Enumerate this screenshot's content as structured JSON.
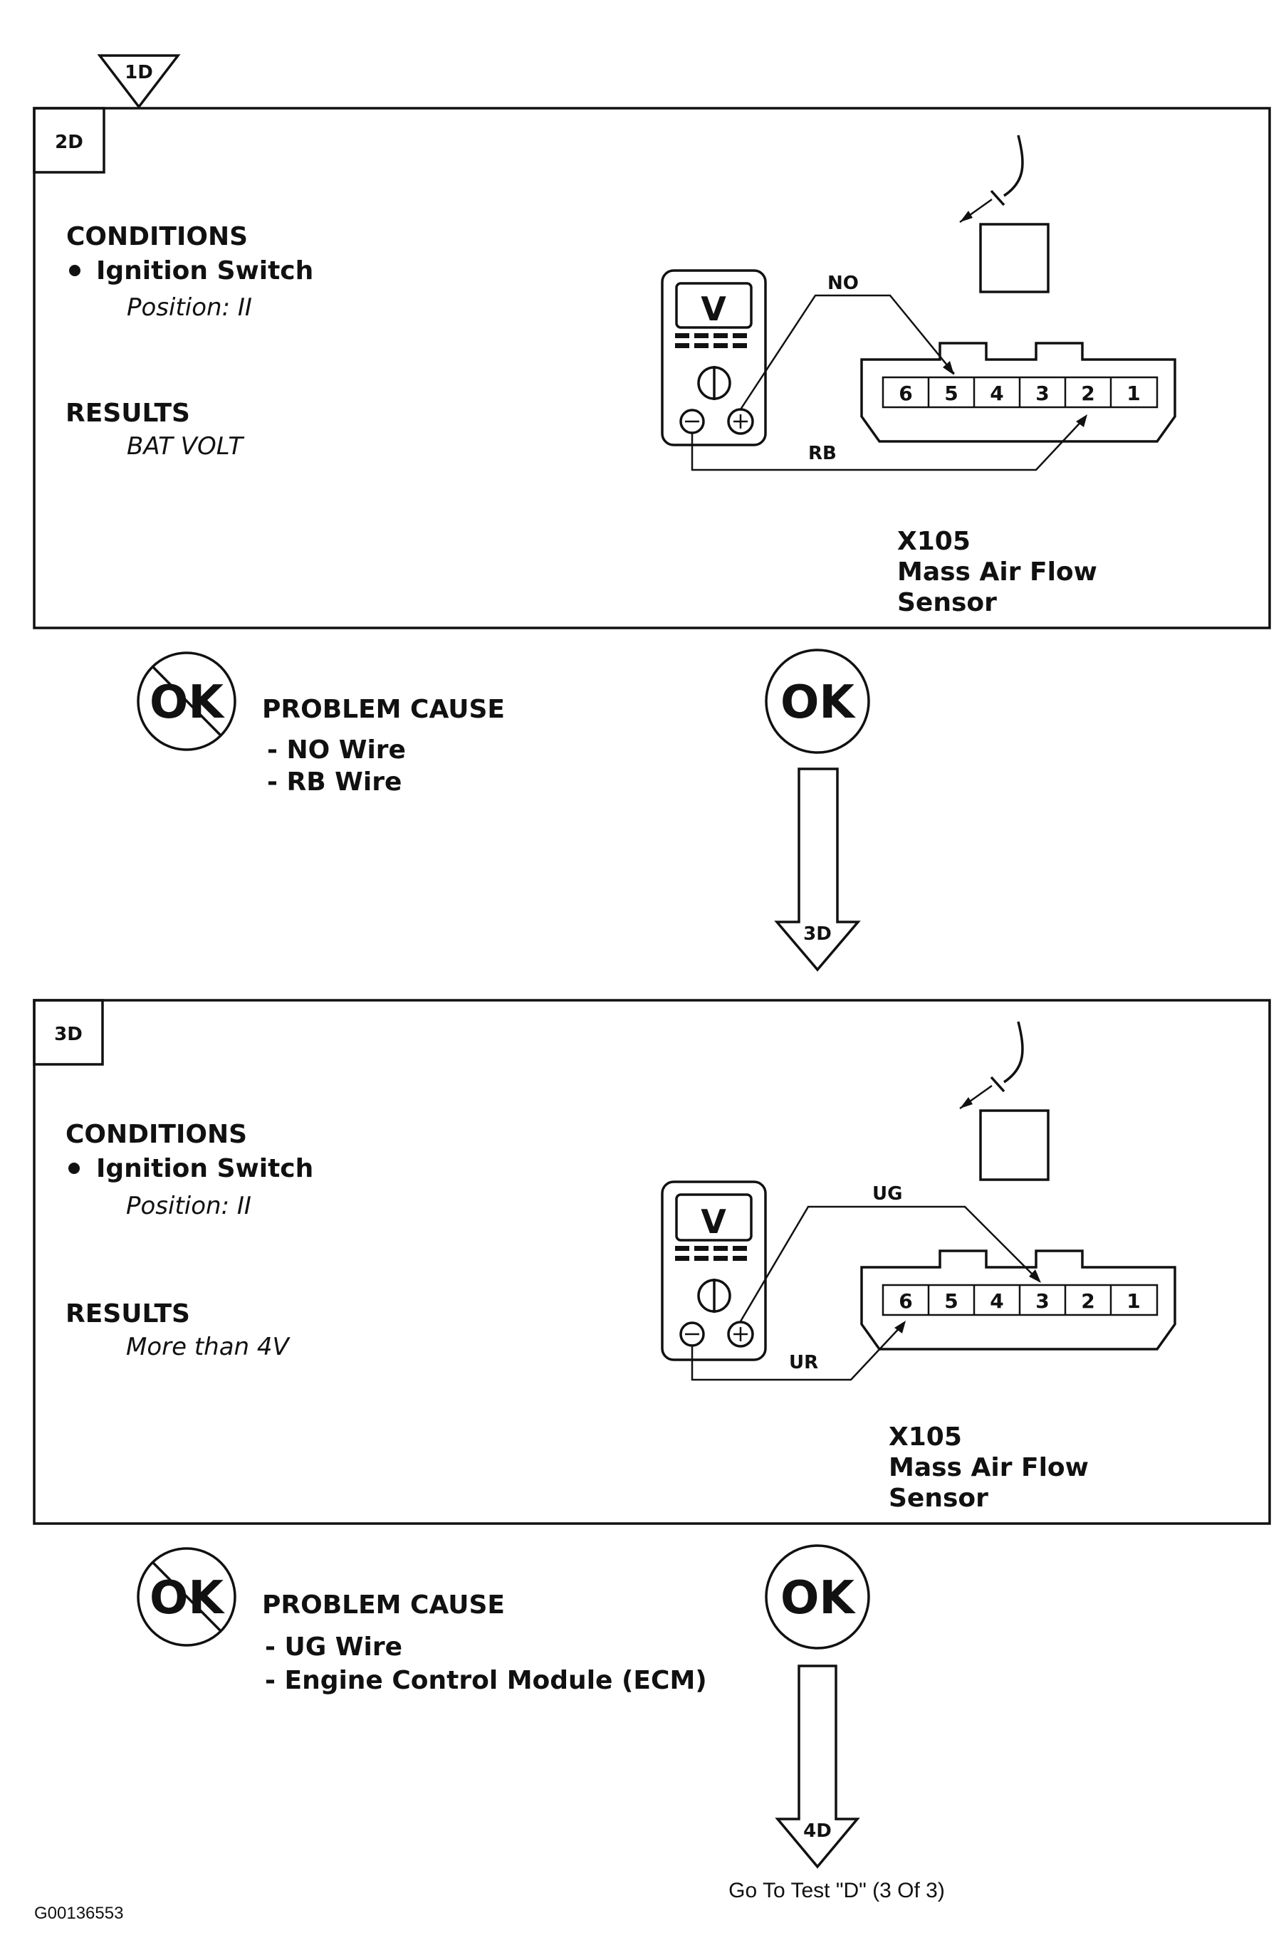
{
  "entry_step": "1D",
  "steps": [
    {
      "id": "2D",
      "conditions_heading": "CONDITIONS",
      "condition_item": "Ignition Switch",
      "condition_detail": "Position: II",
      "results_heading": "RESULTS",
      "result": "BAT VOLT",
      "meter_label": "V",
      "positive_wire": "NO",
      "negative_wire": "RB",
      "connector_pins": [
        "6",
        "5",
        "4",
        "3",
        "2",
        "1"
      ],
      "positive_pin": "5",
      "negative_pin": "2",
      "component_id": "X105",
      "component_name_line1": "Mass Air Flow",
      "component_name_line2": "Sensor",
      "fail_label": "OK",
      "problem_heading": "PROBLEM CAUSE",
      "problem_causes": [
        "- NO  Wire",
        "- RB  Wire"
      ],
      "pass_label": "OK",
      "next_step": "3D"
    },
    {
      "id": "3D",
      "conditions_heading": "CONDITIONS",
      "condition_item": "Ignition Switch",
      "condition_detail": "Position: II",
      "results_heading": "RESULTS",
      "result": "More than 4V",
      "meter_label": "V",
      "positive_wire": "UG",
      "negative_wire": "UR",
      "connector_pins": [
        "6",
        "5",
        "4",
        "3",
        "2",
        "1"
      ],
      "positive_pin": "3",
      "negative_pin": "6",
      "component_id": "X105",
      "component_name_line1": "Mass Air Flow",
      "component_name_line2": "Sensor",
      "fail_label": "OK",
      "problem_heading": "PROBLEM CAUSE",
      "problem_causes": [
        "- UG  Wire",
        "- Engine  Control  Module  (ECM)"
      ],
      "pass_label": "OK",
      "next_step": "4D"
    }
  ],
  "goto_text": "Go To Test \"D\" (3 Of 3)",
  "figure_code": "G00136553"
}
